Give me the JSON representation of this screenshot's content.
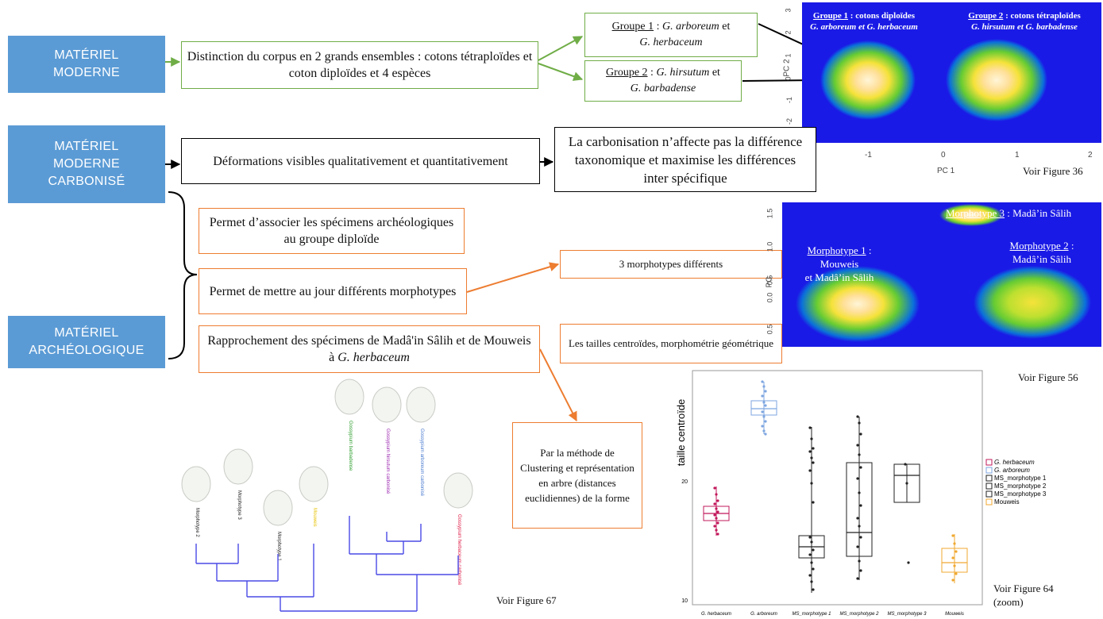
{
  "left_labels": {
    "moderne": "MATÉRIEL\nMODERNE",
    "carbonise": "MATÉRIEL\nMODERNE\nCARBONISÉ",
    "archeo": "MATÉRIEL\nARCHÉOLOGIQUE"
  },
  "row1": {
    "distinction": "Distinction du corpus en 2 grands ensembles : cotons tétraploïdes et coton diploïdes et 4 espèces",
    "g1_label": "Groupe 1",
    "g1_sep": " : ",
    "g1_sp1": "G. arboreum",
    "g1_and": " et ",
    "g1_sp2": "G. herbaceum",
    "g2_label": "Groupe 2",
    "g2_sep": " : ",
    "g2_sp1": "G. hirsutum",
    "g2_and": " et ",
    "g2_sp2": "G. barbadense"
  },
  "row2": {
    "deformations": "Déformations visibles qualitativement et quantitativement",
    "carbonisation": "La carbonisation n’affecte pas la différence taxonomique et maximise les différences inter spécifique"
  },
  "row3": {
    "associer": "Permet d’associer les spécimens archéologiques au groupe diploïde",
    "morphotypes": "Permet de mettre au jour différents morphotypes",
    "rapprochement_text": "Rapprochement des spécimens de Madâ'in Sâlih et de Mouweis à ",
    "rapprochement_species": "G. herbaceum",
    "trois_morpho": "3 morphotypes différents",
    "tailles": "Les tailles centroïdes, morphométrie géométrique",
    "clustering": "Par la méthode de Clustering et représentation en arbre (distances euclidiennes) de la forme"
  },
  "plot36": {
    "g1_title": "Groupe 1",
    "g1_title_rest": " : cotons diploïdes",
    "g1_species": "G. arboreum et G. herbaceum",
    "g2_title": "Groupe 2",
    "g2_title_rest": " : cotons tétraploïdes",
    "g2_species": "G. hirsutum et G. barbadense",
    "xlabel": "PC 1",
    "ylabel": "PC 2",
    "xticks": [
      "-1",
      "0",
      "1",
      "2"
    ],
    "yticks": [
      "3",
      "2",
      "1",
      "0",
      "-1",
      "-2"
    ],
    "caption": "Voir Figure 36"
  },
  "plot56": {
    "m3_label": "Morphotype 3",
    "m3_rest": " : Madâ’in Sâlih",
    "m1_label": "Morphotype 1",
    "m1_rest": " : Mouweis",
    "m1_line2": "et Madâ’in Sâlih",
    "m2_label": "Morphotype 2",
    "m2_rest": " :",
    "m2_line2": "Madâ’in Sâlih",
    "ylabel": "PC",
    "yticks": [
      "1.5",
      "1.0",
      "0.5",
      "0.0",
      "0.5"
    ],
    "caption": "Voir Figure 56"
  },
  "plot64": {
    "ylabel": "taille centroïde",
    "ytick_20": "20",
    "ytick_10": "10",
    "categories": [
      "G. herbaceum",
      "G. arboreum",
      "MS_morphotype 1",
      "MS_morphotype 2",
      "MS_morphotype 3",
      "Mouweis"
    ],
    "xlabels": [
      "G. herbaceum",
      "G. arboreum",
      "MS_morphotype 1",
      "MS_morphotype 2",
      "MS_morphotype 3",
      "Mouweis"
    ],
    "legend": [
      "G. herbaceum",
      "G. arboreum",
      "MS_morphotype 1",
      "MS_morphotype 2",
      "MS_morphotype 3",
      "Mouweis"
    ],
    "colors": [
      "#c2185b",
      "#7ea6e0",
      "#222222",
      "#222222",
      "#222222",
      "#f0a830"
    ],
    "caption_line1": "Voir Figure 64",
    "caption_line2": "(zoom)"
  },
  "tree67": {
    "leaves": [
      "Morphotype 2",
      "Morphotype 3",
      "Morphotype 1",
      "Mouweis",
      "Gossypium barbadense",
      "Gossypium hirsutum carbonisé",
      "Gossypium arboreum carbonisé",
      "Gossypium herbaceum carbonisé"
    ],
    "leaf_colors": [
      "#222222",
      "#222222",
      "#222222",
      "#e6c200",
      "#2e9e2e",
      "#9c27b0",
      "#4a7bd0",
      "#e0204a"
    ],
    "caption": "Voir Figure 67"
  }
}
